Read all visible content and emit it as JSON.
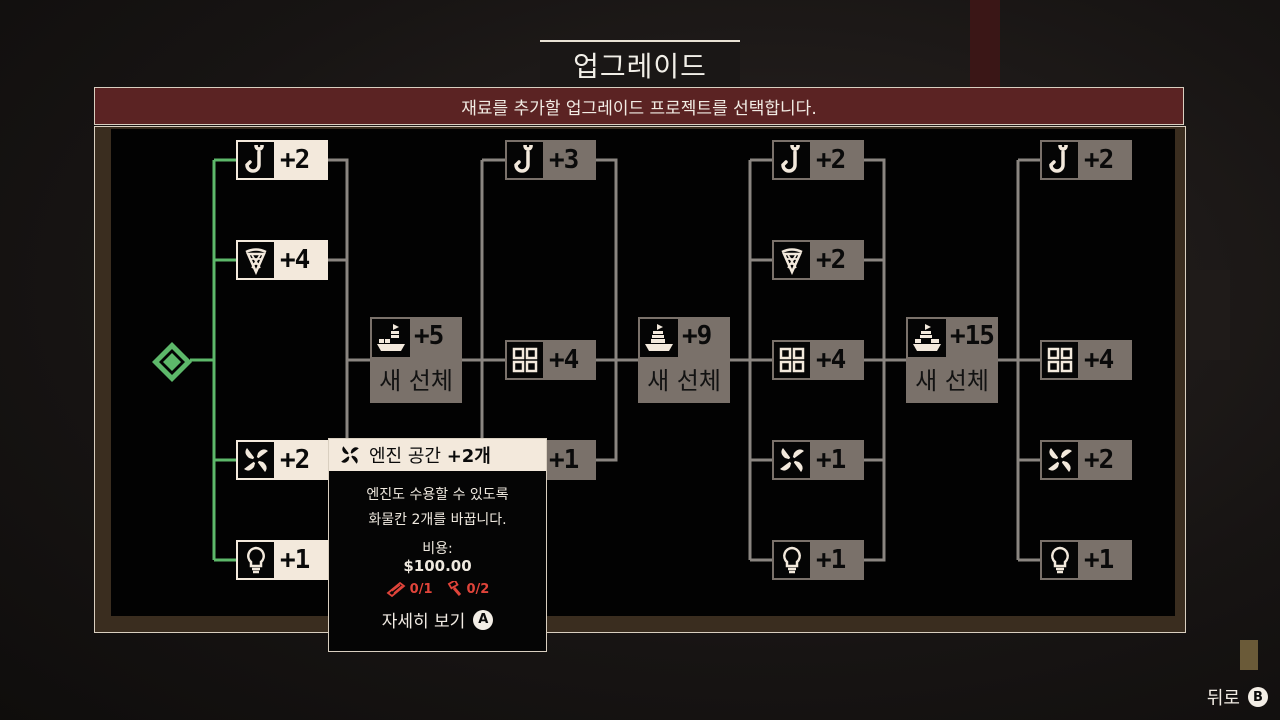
{
  "title": "업그레이드",
  "subtitle": "재료를 추가할 업그레이드 프로젝트를 선택합니다.",
  "tiers": [
    {
      "items": [
        {
          "id": "t1-rod",
          "icon": "fishing-hook-icon",
          "value": "+2",
          "status": "done"
        },
        {
          "id": "t1-net",
          "icon": "net-icon",
          "value": "+4",
          "status": "done"
        },
        {
          "id": "t1-engine",
          "icon": "propeller-icon",
          "value": "+2",
          "status": "done"
        },
        {
          "id": "t1-light",
          "icon": "lightbulb-icon",
          "value": "+1",
          "status": "done"
        }
      ]
    },
    {
      "hull": {
        "icon": "ship-icon",
        "value": "+5",
        "label": "새 선체"
      },
      "items": [
        {
          "id": "t2-rod",
          "icon": "fishing-hook-icon",
          "value": "+3",
          "status": "pending"
        },
        {
          "id": "t2-grid",
          "icon": "grid-icon",
          "value": "+4",
          "status": "pending"
        },
        {
          "id": "t2-engine",
          "icon": "propeller-icon",
          "value": "+1",
          "status": "pending"
        }
      ]
    },
    {
      "hull": {
        "icon": "ship-icon",
        "value": "+9",
        "label": "새 선체"
      },
      "items": [
        {
          "id": "t3-rod",
          "icon": "fishing-hook-icon",
          "value": "+2",
          "status": "pending"
        },
        {
          "id": "t3-net",
          "icon": "net-icon",
          "value": "+2",
          "status": "pending"
        },
        {
          "id": "t3-grid",
          "icon": "grid-icon",
          "value": "+4",
          "status": "pending"
        },
        {
          "id": "t3-engine",
          "icon": "propeller-icon",
          "value": "+1",
          "status": "pending"
        },
        {
          "id": "t3-light",
          "icon": "lightbulb-icon",
          "value": "+1",
          "status": "pending"
        }
      ]
    },
    {
      "hull": {
        "icon": "ship-icon",
        "value": "+15",
        "label": "새 선체"
      },
      "items": [
        {
          "id": "t4-rod",
          "icon": "fishing-hook-icon",
          "value": "+2",
          "status": "pending"
        },
        {
          "id": "t4-grid",
          "icon": "grid-icon",
          "value": "+4",
          "status": "pending"
        },
        {
          "id": "t4-engine",
          "icon": "propeller-icon",
          "value": "+2",
          "status": "pending"
        },
        {
          "id": "t4-light",
          "icon": "lightbulb-icon",
          "value": "+1",
          "status": "pending"
        }
      ]
    }
  ],
  "tooltip": {
    "title_main": "엔진 공간",
    "title_bold": "+2개",
    "desc_line1": "엔진도 수용할 수 있도록",
    "desc_line2": "화물칸 2개를 바꿉니다.",
    "cost_label": "비용:",
    "cost_value": "$100.00",
    "mat1": "0/1",
    "mat2": "0/2",
    "details_label": "자세히 보기",
    "details_button": "A"
  },
  "back": {
    "label": "뒤로",
    "button": "B"
  },
  "colors": {
    "done": "#f3e9dc",
    "pending": "#7a716a",
    "line_active": "#5db86a",
    "line": "#8a8580",
    "panel": "#5b2323"
  }
}
